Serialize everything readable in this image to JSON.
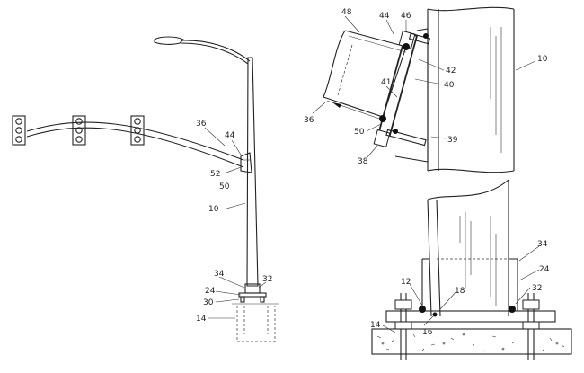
{
  "figure_left": {
    "ref_36": "36",
    "ref_44": "44",
    "ref_52": "52",
    "ref_50": "50",
    "ref_10": "10",
    "ref_34": "34",
    "ref_32": "32",
    "ref_24": "24",
    "ref_30": "30",
    "ref_14": "14"
  },
  "figure_top_right": {
    "ref_48": "48",
    "ref_44": "44",
    "ref_46": "46",
    "ref_10": "10",
    "ref_42": "42",
    "ref_40": "40",
    "ref_41": "41",
    "ref_36": "36",
    "ref_50": "50",
    "ref_39": "39",
    "ref_38": "38"
  },
  "figure_bottom_right": {
    "ref_34": "34",
    "ref_24": "24",
    "ref_12": "12",
    "ref_18": "18",
    "ref_32": "32",
    "ref_14": "14",
    "ref_16": "16"
  }
}
